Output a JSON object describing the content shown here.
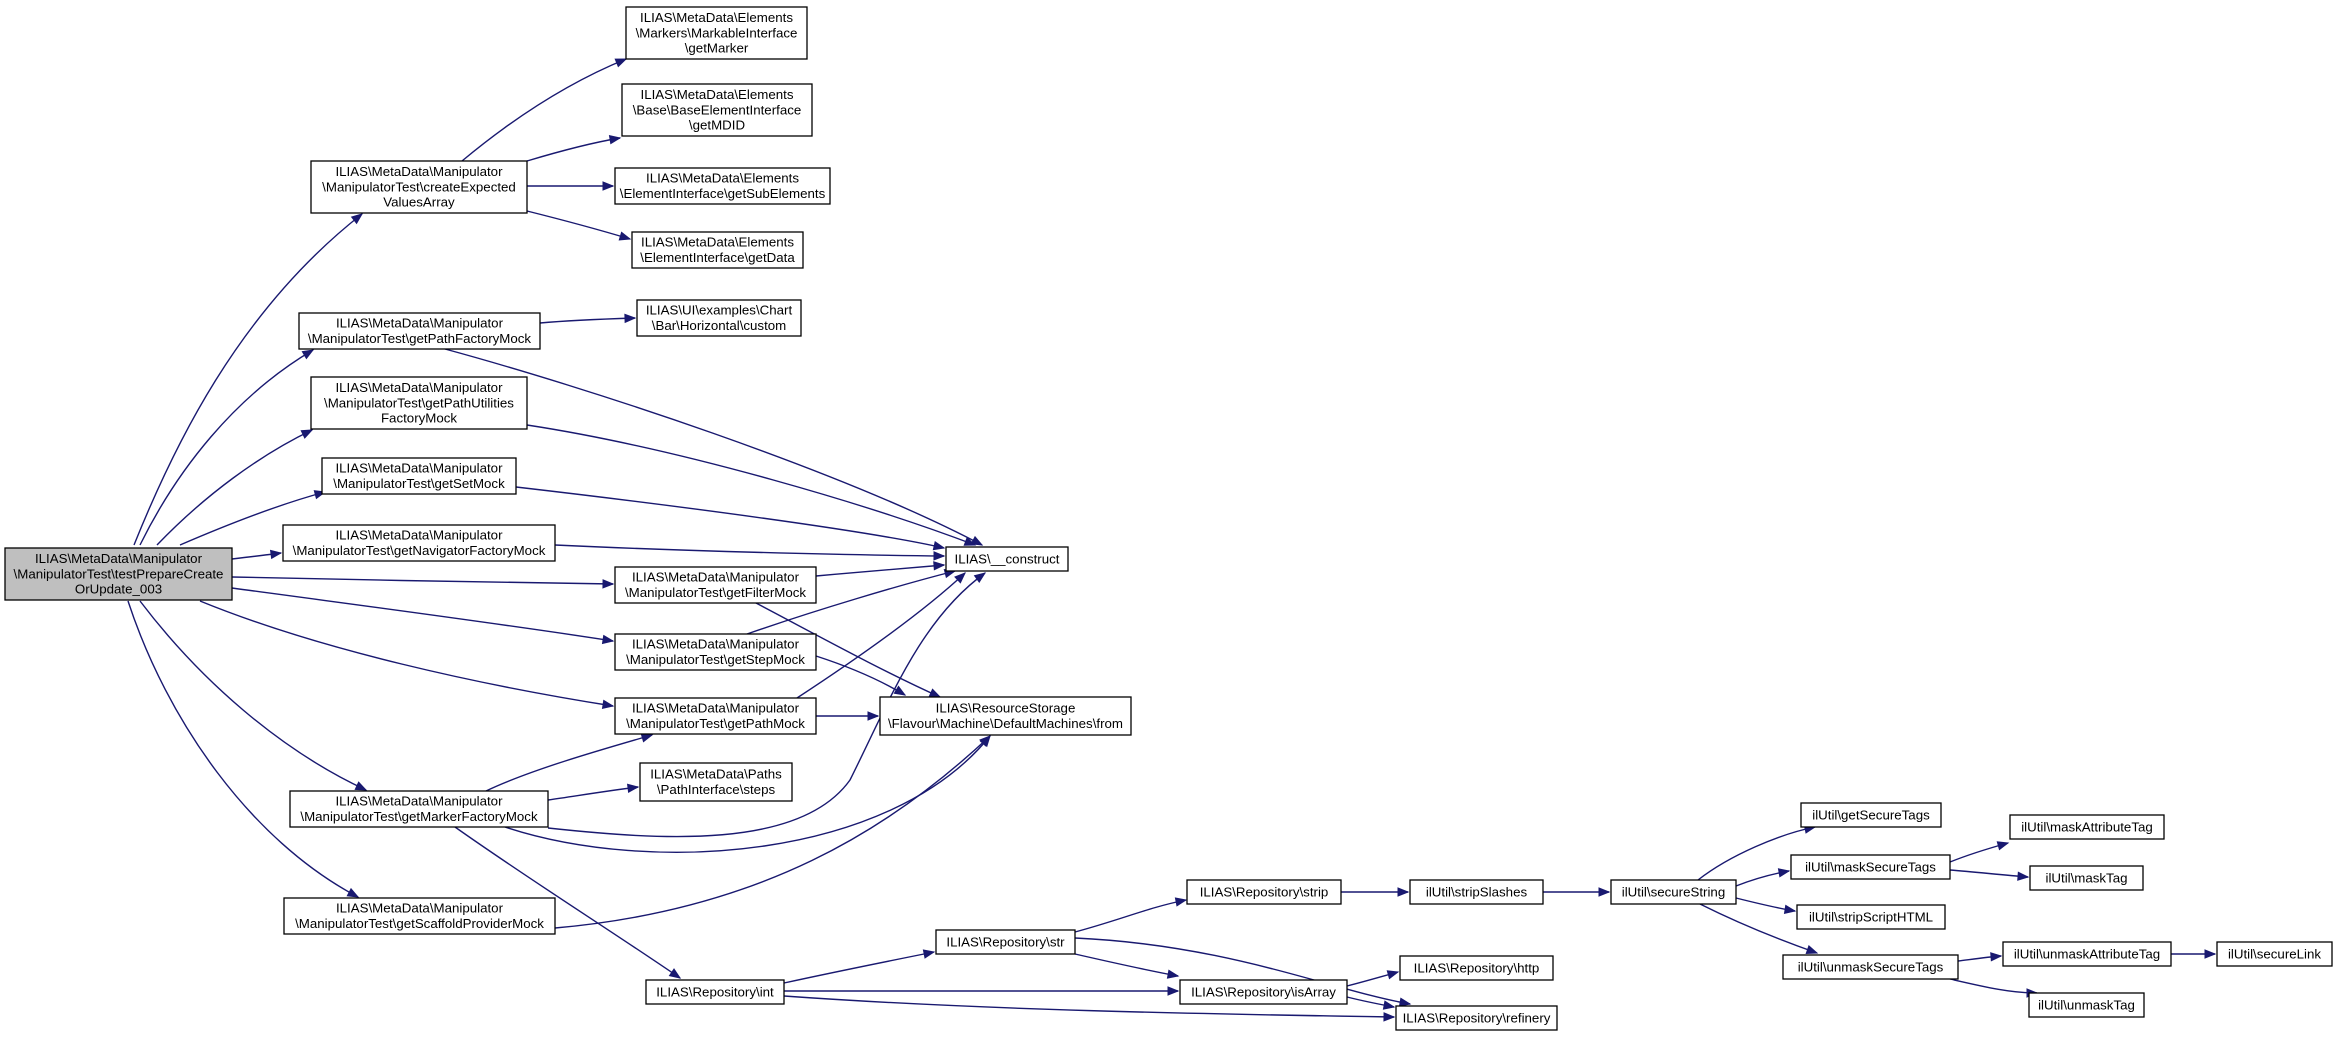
{
  "colors": {
    "edge": "#191970",
    "node_fill": "#ffffff",
    "root_fill": "#bfbfbf",
    "border": "#000000"
  },
  "nodes": [
    {
      "id": "root",
      "root": true,
      "lines": [
        "ILIAS\\MetaData\\Manipulator",
        "\\ManipulatorTest\\testPrepareCreate",
        "OrUpdate_003"
      ]
    },
    {
      "id": "createExpected",
      "lines": [
        "ILIAS\\MetaData\\Manipulator",
        "\\ManipulatorTest\\createExpected",
        "ValuesArray"
      ]
    },
    {
      "id": "getMarker",
      "lines": [
        "ILIAS\\MetaData\\Elements",
        "\\Markers\\MarkableInterface",
        "\\getMarker"
      ]
    },
    {
      "id": "getMDID",
      "lines": [
        "ILIAS\\MetaData\\Elements",
        "\\Base\\BaseElementInterface",
        "\\getMDID"
      ]
    },
    {
      "id": "getSubElements",
      "lines": [
        "ILIAS\\MetaData\\Elements",
        "\\ElementInterface\\getSubElements"
      ]
    },
    {
      "id": "getData",
      "lines": [
        "ILIAS\\MetaData\\Elements",
        "\\ElementInterface\\getData"
      ]
    },
    {
      "id": "getPathFactoryMock",
      "lines": [
        "ILIAS\\MetaData\\Manipulator",
        "\\ManipulatorTest\\getPathFactoryMock"
      ]
    },
    {
      "id": "custom",
      "lines": [
        "ILIAS\\UI\\examples\\Chart",
        "\\Bar\\Horizontal\\custom"
      ]
    },
    {
      "id": "getPathUtilities",
      "lines": [
        "ILIAS\\MetaData\\Manipulator",
        "\\ManipulatorTest\\getPathUtilities",
        "FactoryMock"
      ]
    },
    {
      "id": "getSetMock",
      "lines": [
        "ILIAS\\MetaData\\Manipulator",
        "\\ManipulatorTest\\getSetMock"
      ]
    },
    {
      "id": "getNavigatorFactoryMock",
      "lines": [
        "ILIAS\\MetaData\\Manipulator",
        "\\ManipulatorTest\\getNavigatorFactoryMock"
      ]
    },
    {
      "id": "construct",
      "lines": [
        "ILIAS\\__construct"
      ]
    },
    {
      "id": "getFilterMock",
      "lines": [
        "ILIAS\\MetaData\\Manipulator",
        "\\ManipulatorTest\\getFilterMock"
      ]
    },
    {
      "id": "getStepMock",
      "lines": [
        "ILIAS\\MetaData\\Manipulator",
        "\\ManipulatorTest\\getStepMock"
      ]
    },
    {
      "id": "getPathMock",
      "lines": [
        "ILIAS\\MetaData\\Manipulator",
        "\\ManipulatorTest\\getPathMock"
      ]
    },
    {
      "id": "from",
      "lines": [
        "ILIAS\\ResourceStorage",
        "\\Flavour\\Machine\\DefaultMachines\\from"
      ]
    },
    {
      "id": "getMarkerFactoryMock",
      "lines": [
        "ILIAS\\MetaData\\Manipulator",
        "\\ManipulatorTest\\getMarkerFactoryMock"
      ]
    },
    {
      "id": "steps",
      "lines": [
        "ILIAS\\MetaData\\Paths",
        "\\PathInterface\\steps"
      ]
    },
    {
      "id": "getScaffoldProviderMock",
      "lines": [
        "ILIAS\\MetaData\\Manipulator",
        "\\ManipulatorTest\\getScaffoldProviderMock"
      ]
    },
    {
      "id": "int",
      "lines": [
        "ILIAS\\Repository\\int"
      ]
    },
    {
      "id": "str",
      "lines": [
        "ILIAS\\Repository\\str"
      ]
    },
    {
      "id": "strip",
      "lines": [
        "ILIAS\\Repository\\strip"
      ]
    },
    {
      "id": "stripSlashes",
      "lines": [
        "ilUtil\\stripSlashes"
      ]
    },
    {
      "id": "secureString",
      "lines": [
        "ilUtil\\secureString"
      ]
    },
    {
      "id": "isArray",
      "lines": [
        "ILIAS\\Repository\\isArray"
      ]
    },
    {
      "id": "http",
      "lines": [
        "ILIAS\\Repository\\http"
      ]
    },
    {
      "id": "refinery",
      "lines": [
        "ILIAS\\Repository\\refinery"
      ]
    },
    {
      "id": "getSecureTags",
      "lines": [
        "ilUtil\\getSecureTags"
      ]
    },
    {
      "id": "maskSecureTags",
      "lines": [
        "ilUtil\\maskSecureTags"
      ]
    },
    {
      "id": "stripScriptHTML",
      "lines": [
        "ilUtil\\stripScriptHTML"
      ]
    },
    {
      "id": "unmaskSecureTags",
      "lines": [
        "ilUtil\\unmaskSecureTags"
      ]
    },
    {
      "id": "maskAttributeTag",
      "lines": [
        "ilUtil\\maskAttributeTag"
      ]
    },
    {
      "id": "maskTag",
      "lines": [
        "ilUtil\\maskTag"
      ]
    },
    {
      "id": "unmaskAttributeTag",
      "lines": [
        "ilUtil\\unmaskAttributeTag"
      ]
    },
    {
      "id": "unmaskTag",
      "lines": [
        "ilUtil\\unmaskTag"
      ]
    },
    {
      "id": "secureLink",
      "lines": [
        "ilUtil\\secureLink"
      ]
    }
  ],
  "edges": [
    [
      "root",
      "createExpected"
    ],
    [
      "root",
      "getPathFactoryMock"
    ],
    [
      "root",
      "getPathUtilities"
    ],
    [
      "root",
      "getSetMock"
    ],
    [
      "root",
      "getNavigatorFactoryMock"
    ],
    [
      "root",
      "getFilterMock"
    ],
    [
      "root",
      "getStepMock"
    ],
    [
      "root",
      "getPathMock"
    ],
    [
      "root",
      "getMarkerFactoryMock"
    ],
    [
      "root",
      "getScaffoldProviderMock"
    ],
    [
      "createExpected",
      "getMarker"
    ],
    [
      "createExpected",
      "getMDID"
    ],
    [
      "createExpected",
      "getSubElements"
    ],
    [
      "createExpected",
      "getData"
    ],
    [
      "getPathFactoryMock",
      "custom"
    ],
    [
      "getPathFactoryMock",
      "construct"
    ],
    [
      "getPathUtilities",
      "construct"
    ],
    [
      "getSetMock",
      "construct"
    ],
    [
      "getNavigatorFactoryMock",
      "construct"
    ],
    [
      "getFilterMock",
      "construct"
    ],
    [
      "getFilterMock",
      "from"
    ],
    [
      "getStepMock",
      "construct"
    ],
    [
      "getStepMock",
      "from"
    ],
    [
      "getPathMock",
      "construct"
    ],
    [
      "getPathMock",
      "from"
    ],
    [
      "getMarkerFactoryMock",
      "getPathMock"
    ],
    [
      "getMarkerFactoryMock",
      "steps"
    ],
    [
      "getMarkerFactoryMock",
      "construct"
    ],
    [
      "getMarkerFactoryMock",
      "from"
    ],
    [
      "getMarkerFactoryMock",
      "int"
    ],
    [
      "getScaffoldProviderMock",
      "from"
    ],
    [
      "int",
      "str"
    ],
    [
      "int",
      "isArray"
    ],
    [
      "int",
      "refinery"
    ],
    [
      "str",
      "strip"
    ],
    [
      "str",
      "isArray"
    ],
    [
      "str",
      "refinery"
    ],
    [
      "strip",
      "stripSlashes"
    ],
    [
      "stripSlashes",
      "secureString"
    ],
    [
      "isArray",
      "http"
    ],
    [
      "isArray",
      "refinery"
    ],
    [
      "secureString",
      "getSecureTags"
    ],
    [
      "secureString",
      "maskSecureTags"
    ],
    [
      "secureString",
      "stripScriptHTML"
    ],
    [
      "secureString",
      "unmaskSecureTags"
    ],
    [
      "maskSecureTags",
      "maskAttributeTag"
    ],
    [
      "maskSecureTags",
      "maskTag"
    ],
    [
      "unmaskSecureTags",
      "unmaskAttributeTag"
    ],
    [
      "unmaskSecureTags",
      "unmaskTag"
    ],
    [
      "unmaskAttributeTag",
      "secureLink"
    ]
  ]
}
